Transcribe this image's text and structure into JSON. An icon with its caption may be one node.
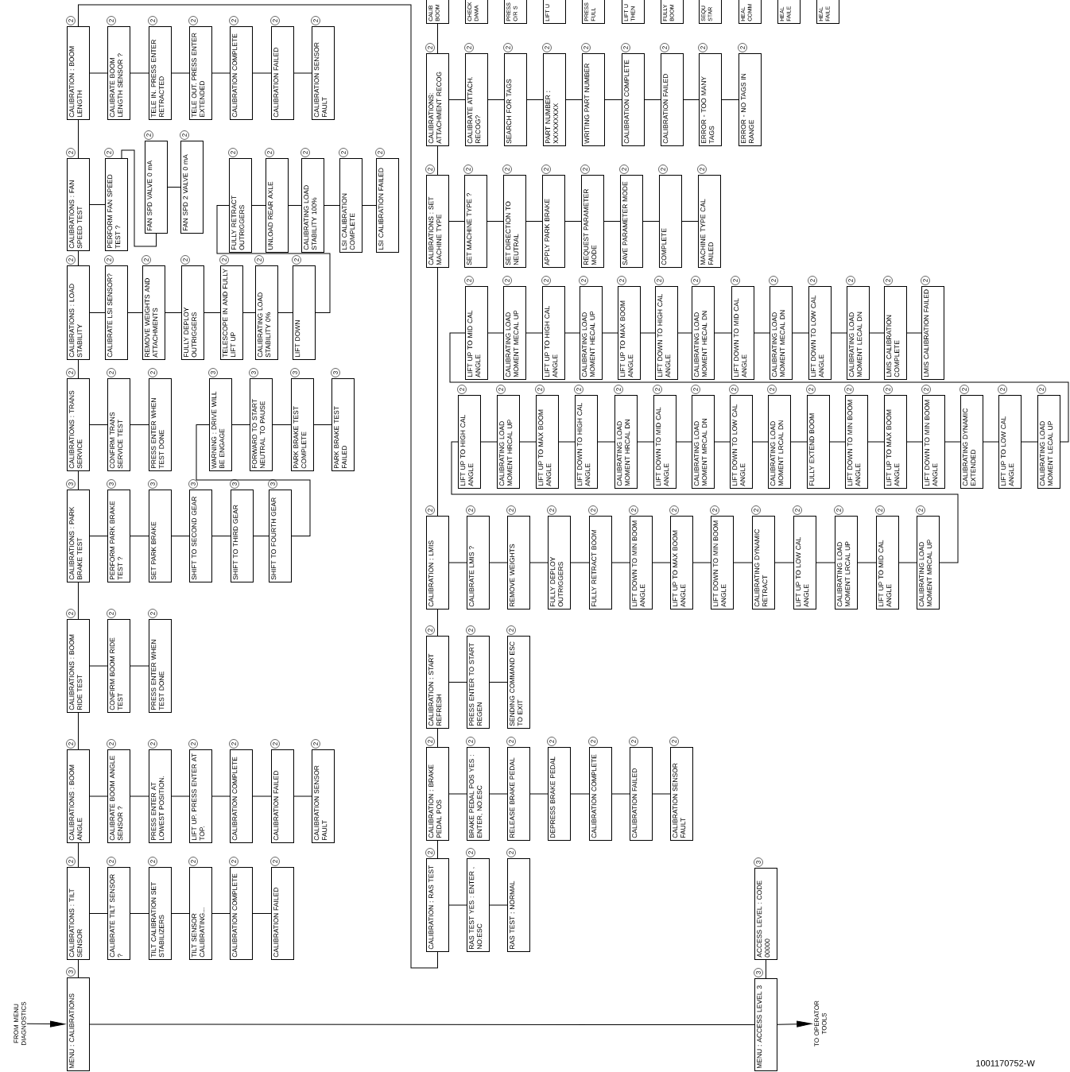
{
  "diagram": {
    "nodes": [
      {
        "text": [
          "FROM MENU DIAGNOSTICS"
        ]
      },
      {
        "text": [
          "MENU : CALIBRATIONS"
        ],
        "beside": [
          "3"
        ]
      },
      {
        "text": [
          "CALIBRATIONS : TILT SENSOR"
        ],
        "beside": [
          "2"
        ]
      },
      {
        "text": [
          "CALIBRATE TILT SENSOR ?"
        ],
        "beside": [
          "2"
        ]
      },
      {
        "text": [
          "TILT CALIBRATION SET STABILIZERS"
        ],
        "beside": [
          "2"
        ]
      },
      {
        "text": [
          "TILT SENSOR CALIBRATING..."
        ],
        "beside": [
          "2"
        ]
      },
      {
        "text": [
          "CALIBRATION COMPLETE"
        ],
        "beside": [
          "2"
        ]
      },
      {
        "text": [
          "CALIBRATION FAILED"
        ],
        "beside": [
          "2"
        ]
      },
      {
        "text": [
          "CALIBRATIONS : BOOM ANGLE"
        ],
        "beside": [
          "2"
        ]
      },
      {
        "text": [
          "CALIBRATE BOOM ANGLE SENSOR ?"
        ],
        "beside": [
          "2"
        ]
      },
      {
        "text": [
          "PRESS ENTER AT LOWEST POSITION."
        ],
        "beside": [
          "2"
        ]
      },
      {
        "text": [
          "LIFT UP. PRESS ENTER AT TOP."
        ],
        "beside": [
          "2"
        ]
      },
      {
        "text": [
          "CALIBRATION COMPLETE"
        ],
        "beside": [
          "2"
        ]
      },
      {
        "text": [
          "CALIBRATION FAILED"
        ],
        "beside": [
          "2"
        ]
      },
      {
        "text": [
          "CALIBRATION SENSOR FAULT"
        ],
        "beside": [
          "2"
        ]
      },
      {
        "text": [
          "CALIBRATIONS : BOOM RIDE TEST"
        ],
        "beside": [
          "2"
        ]
      },
      {
        "text": [
          "CONFIRM BOOM RIDE TEST"
        ],
        "beside": [
          "2"
        ]
      },
      {
        "text": [
          "PRESS ENTER WHEN TEST DONE"
        ],
        "beside": [
          "2"
        ]
      },
      {
        "text": [
          "CALIBRATIONS : PARK BRAKE TEST"
        ],
        "beside": [
          "3"
        ]
      },
      {
        "text": [
          "PERFORM PARK BRAKE TEST ?"
        ],
        "beside": [
          "3"
        ]
      },
      {
        "text": [
          "SET PARK BRAKE"
        ],
        "beside": [
          "3"
        ]
      },
      {
        "text": [
          "SHIFT TO SECOND GEAR"
        ],
        "beside": [
          "3"
        ]
      },
      {
        "text": [
          "SHIFT TO THIRD GEAR"
        ],
        "beside": [
          "3"
        ]
      },
      {
        "text": [
          "SHIFT TO FOURTH GEAR"
        ],
        "beside": [
          "3"
        ]
      },
      {
        "text": [
          "WARNING : DRIVE WILL BE ENGAGE"
        ],
        "beside": [
          "3"
        ]
      },
      {
        "text": [
          "FORWARD TO START NEUTRAL TO PAUSE"
        ],
        "beside": [
          "3"
        ]
      },
      {
        "text": [
          "PARK BRAKE TEST COMPLETE"
        ],
        "beside": [
          "3"
        ]
      },
      {
        "text": [
          "PARK BRAKE TEST FAILED"
        ],
        "beside": [
          "3"
        ]
      },
      {
        "text": [
          "CALIBRATIONS : TRANS SERVICE"
        ],
        "beside": [
          "2"
        ]
      },
      {
        "text": [
          "CONFIRM TRANS SERVICE TEST"
        ],
        "beside": [
          "2"
        ]
      },
      {
        "text": [
          "PRESS ENTER WHEN TEST DONE"
        ],
        "beside": [
          "2"
        ]
      },
      {
        "text": [
          "CALIBRATIONS : LOAD STABILITY"
        ],
        "beside": [
          "2"
        ]
      },
      {
        "text": [
          "CALIBRATE LSI SENSOR?"
        ],
        "beside": [
          "2"
        ]
      },
      {
        "text": [
          "REMOVE WEIGHTS AND ATTACHMENTS"
        ],
        "beside": [
          "2"
        ]
      },
      {
        "text": [
          "FULLY DEPLOY OUTRIGGERS"
        ],
        "beside": [
          "2"
        ]
      },
      {
        "text": [
          "TELESCOPE IN AND FULLY LIFT UP"
        ],
        "beside": [
          "2"
        ]
      },
      {
        "text": [
          "CALIBRATING LOAD STABILITY 0%"
        ],
        "beside": [
          "2"
        ]
      },
      {
        "text": [
          "LIFT DOWN"
        ],
        "beside": [
          "2"
        ]
      },
      {
        "text": [
          "FULLY RETRACT OUTRIGGERS"
        ],
        "beside": [
          "2"
        ]
      },
      {
        "text": [
          "UNLOAD REAR AXLE"
        ],
        "beside": [
          "2"
        ]
      },
      {
        "text": [
          "CALIBRATING LOAD STABILITY 100%"
        ],
        "beside": [
          "2"
        ]
      },
      {
        "text": [
          "LSI CALIBRATION COMPLETE"
        ],
        "beside": [
          "2"
        ]
      },
      {
        "text": [
          "LSI CALIBRATION FAILED"
        ],
        "beside": [
          "2"
        ]
      },
      {
        "text": [
          "CALIBRATIONS : FAN SPEED TEST"
        ],
        "beside": [
          "2"
        ]
      },
      {
        "text": [
          "PERFORM FAN SPEED TEST ?"
        ],
        "beside": [
          "2"
        ]
      },
      {
        "text": [
          "FAN SPD VALVE 0 mA"
        ],
        "beside": [
          "2"
        ]
      },
      {
        "text": [
          "FAN SPD 2 VALVE 0 mA"
        ],
        "beside": [
          "2"
        ]
      },
      {
        "text": [
          "CALIBRATION : BOOM LENGTH"
        ],
        "beside": [
          "2"
        ]
      },
      {
        "text": [
          "CALIBRATE BOOM LENGTH SENSOR ?"
        ],
        "beside": [
          "2"
        ]
      },
      {
        "text": [
          "TELE IN. PRESS ENTER RETRACTED"
        ],
        "beside": [
          "2"
        ]
      },
      {
        "text": [
          "TELE OUT. PRESS ENTER EXTENDED"
        ],
        "beside": [
          "2"
        ]
      },
      {
        "text": [
          "CALIBRATION COMPLETE"
        ],
        "beside": [
          "2"
        ]
      },
      {
        "text": [
          "CALIBRATION FAILED"
        ],
        "beside": [
          "2"
        ]
      },
      {
        "text": [
          "CALIBRATION SENSOR FAULT"
        ],
        "beside": [
          "2"
        ]
      },
      {
        "text": [
          "CALIBRATION : RAS TEST"
        ],
        "beside": [
          "2"
        ]
      },
      {
        "text": [
          "RAS TEST YES : ENTER , NO:ESC"
        ],
        "beside": [
          "2"
        ]
      },
      {
        "text": [
          "RAS TEST : NORMAL"
        ],
        "beside": [
          "2"
        ]
      },
      {
        "text": [
          "CALIBRATION : BRAKE PEDAL POS"
        ],
        "beside": [
          "2"
        ]
      },
      {
        "text": [
          "BRAKE PEDAL POS YES : ENTER, NO:ESC"
        ],
        "beside": [
          "2"
        ]
      },
      {
        "text": [
          "RELEASE BRAKE PEDAL"
        ],
        "beside": [
          "2"
        ]
      },
      {
        "text": [
          "DEPRESS BRAKE PEDAL"
        ],
        "beside": [
          "2"
        ]
      },
      {
        "text": [
          "CALIBRATION COMPLETE"
        ],
        "beside": [
          "2"
        ]
      },
      {
        "text": [
          "CALIBRATION FAILED"
        ],
        "beside": [
          "2"
        ]
      },
      {
        "text": [
          "CALIBRATION SENSOR FAULT"
        ],
        "beside": [
          "2"
        ]
      },
      {
        "text": [
          "CALIBRATION : START REFRESH"
        ],
        "beside": [
          "2"
        ]
      },
      {
        "text": [
          "PRESS ENTER TO START REGEN"
        ],
        "beside": [
          "2"
        ]
      },
      {
        "text": [
          "SENDING COMMAND ESC TO EXIT"
        ],
        "beside": [
          "2"
        ]
      },
      {
        "text": [
          "CALIBRATION : LMIS"
        ],
        "beside": [
          "2"
        ]
      },
      {
        "text": [
          "CALIBRATE LMIS ?"
        ],
        "beside": [
          "2"
        ]
      },
      {
        "text": [
          "REMOVE WEIGHTS"
        ],
        "beside": [
          "2"
        ]
      },
      {
        "text": [
          "FULLY DEPLOY OUTRIGGERS"
        ],
        "beside": [
          "2"
        ]
      },
      {
        "text": [
          "FULLY RETRACT BOOM"
        ],
        "beside": [
          "2"
        ]
      },
      {
        "text": [
          "LIFT DOWN TO MIN BOOM ANGLE"
        ],
        "beside": [
          "2"
        ]
      },
      {
        "text": [
          "LIFT UP TO MAX BOOM ANGLE"
        ],
        "beside": [
          "2"
        ]
      },
      {
        "text": [
          "LIFT DOWN TO MIN BOOM ANGLE"
        ],
        "beside": [
          "2"
        ]
      },
      {
        "text": [
          "CALIBRATING DYNAMIC RETRACT"
        ],
        "beside": [
          "2"
        ]
      },
      {
        "text": [
          "LIFT UP TO LOW CAL ANGLE"
        ],
        "beside": [
          "2"
        ]
      },
      {
        "text": [
          "CALIBRATING LOAD MOMENT LRCAL UP"
        ],
        "beside": [
          "2"
        ]
      },
      {
        "text": [
          "LIFT UP TO MID CAL ANGLE"
        ],
        "beside": [
          "2"
        ]
      },
      {
        "text": [
          "CALIBRATING LOAD MOMENT MRCAL UP"
        ],
        "beside": [
          "2"
        ]
      },
      {
        "text": [
          "LIFT UP TO HIGH CAL ANGLE"
        ],
        "beside": [
          "2"
        ]
      },
      {
        "text": [
          "CALIBRATING LOAD MOMENT HRCAL UP"
        ],
        "beside": [
          "2"
        ]
      },
      {
        "text": [
          "LIFT UP TO MAX BOOM ANGLE"
        ],
        "beside": [
          "2"
        ]
      },
      {
        "text": [
          "LIFT DOWN TO HIGH CAL ANGLE"
        ],
        "beside": [
          "2"
        ]
      },
      {
        "text": [
          "CALIBRATING LOAD MOMENT HRCAL DN"
        ],
        "beside": [
          "2"
        ]
      },
      {
        "text": [
          "LIFT DOWN TO MID CAL ANGLE"
        ],
        "beside": [
          "2"
        ]
      },
      {
        "text": [
          "CALIBRATING LOAD MOMENT MRCAL DN"
        ],
        "beside": [
          "2"
        ]
      },
      {
        "text": [
          "LIFT DOWN TO LOW CAL ANGLE"
        ],
        "beside": [
          "2"
        ]
      },
      {
        "text": [
          "CALIBRATING LOAD MOMENT LRCAL DN"
        ],
        "beside": [
          "2"
        ]
      },
      {
        "text": [
          "FULLY EXTEND BOOM"
        ],
        "beside": [
          "2"
        ]
      },
      {
        "text": [
          "LIFT DOWN TO MIN BOOM ANGLE"
        ],
        "beside": [
          "2"
        ]
      },
      {
        "text": [
          "LIFT UP TO MAX BOOM ANGLE"
        ],
        "beside": [
          "2"
        ]
      },
      {
        "text": [
          "LIFT DOWN TO MIN BOOM ANGLE"
        ],
        "beside": [
          "2"
        ]
      },
      {
        "text": [
          "CALIBRATING DYNAMIC EXTENDED"
        ],
        "beside": [
          "2"
        ]
      },
      {
        "text": [
          "LIFT UP TO LOW CAL ANGLE"
        ],
        "beside": [
          "2"
        ]
      },
      {
        "text": [
          "CALIBRATING LOAD MOMENT LECAL UP"
        ],
        "beside": [
          "2"
        ]
      },
      {
        "text": [
          "LIFT UP TO MID CAL ANGLE"
        ],
        "beside": [
          "2"
        ]
      },
      {
        "text": [
          "CALIBRATING LOAD MOMENT MECAL UP"
        ],
        "beside": [
          "2"
        ]
      },
      {
        "text": [
          "LIFT UP TO HIGH CAL ANGLE"
        ],
        "beside": [
          "2"
        ]
      },
      {
        "text": [
          "CALIBRATING LOAD MOMENT HECAL UP"
        ],
        "beside": [
          "2"
        ]
      },
      {
        "text": [
          "LIFT UP TO MAX BOOM ANGLE"
        ],
        "beside": [
          "2"
        ]
      },
      {
        "text": [
          "LIFT DOWN TO HIGH CAL ANGLE"
        ],
        "beside": [
          "2"
        ]
      },
      {
        "text": [
          "CALIBRATING LOAD MOMENT HECAL DN"
        ],
        "beside": [
          "2"
        ]
      },
      {
        "text": [
          "LIFT DOWN TO MID CAL ANGLE"
        ],
        "beside": [
          "2"
        ]
      },
      {
        "text": [
          "CALIBRATING LOAD MOMENT MECAL DN"
        ],
        "beside": [
          "2"
        ]
      },
      {
        "text": [
          "LIFT DOWN TO LOW CAL ANGLE"
        ],
        "beside": [
          "2"
        ]
      },
      {
        "text": [
          "CALIBRATING LOAD MOMENT LECAL DN"
        ],
        "beside": [
          "2"
        ]
      },
      {
        "text": [
          "LMIS CALIBRATION COMPLETE"
        ],
        "beside": [
          "2"
        ]
      },
      {
        "text": [
          "LMIS CALIBRATION FAILED"
        ],
        "beside": [
          "2"
        ]
      },
      {
        "text": [
          "CALIBRATIONS : SET MACHINE TYPE"
        ],
        "beside": [
          "2"
        ]
      },
      {
        "text": [
          "SET MACHINE TYPE ?"
        ],
        "beside": [
          "2"
        ]
      },
      {
        "text": [
          "SET DIRECTION TO NEUTRAL"
        ],
        "beside": [
          "2"
        ]
      },
      {
        "text": [
          "APPLY PARK BRAKE"
        ],
        "beside": [
          "2"
        ]
      },
      {
        "text": [
          "REQUEST PARAMETER MODE"
        ],
        "beside": [
          "2"
        ]
      },
      {
        "text": [
          "SAVE PARAMETER MODE"
        ],
        "beside": [
          "2"
        ]
      },
      {
        "text": [
          "COMPLETE"
        ],
        "beside": [
          "2"
        ]
      },
      {
        "text": [
          "MACHINE TYPE CAL FAILED"
        ],
        "beside": [
          "2"
        ]
      },
      {
        "text": [
          "CALIBRATIONS: ATTACHMENT RECOG"
        ],
        "beside": [
          "2"
        ]
      },
      {
        "text": [
          "CALIBRATE ATTACH. RECOG?"
        ],
        "beside": [
          "2"
        ]
      },
      {
        "text": [
          "SEARCH FOR TAGS"
        ],
        "beside": [
          "2"
        ]
      },
      {
        "text": [
          "PART NUMBER : XXXXXXXXX"
        ],
        "beside": [
          "2"
        ]
      },
      {
        "text": [
          "WRITING PART NUMBER"
        ],
        "beside": [
          "2"
        ]
      },
      {
        "text": [
          "CALIBRATION COMPLETE"
        ],
        "beside": [
          "2"
        ]
      },
      {
        "text": [
          "CALIBRATION FAILED"
        ],
        "beside": [
          "2"
        ]
      },
      {
        "text": [
          "ERROR - TOO MANY TAGS"
        ],
        "beside": [
          "2"
        ]
      },
      {
        "text": [
          "ERROR - NO TAGS IN RANGE"
        ],
        "beside": [
          "2"
        ]
      },
      {
        "text": [
          "CALIB BOOM"
        ]
      },
      {
        "text": [
          "CHECK DAMA"
        ]
      },
      {
        "text": [
          "PRESS O/R S"
        ]
      },
      {
        "text": [
          "LIFT U"
        ]
      },
      {
        "text": [
          "PRESS FULL"
        ]
      },
      {
        "text": [
          "LIFT U THEN"
        ]
      },
      {
        "text": [
          "FULLY BOOM"
        ]
      },
      {
        "text": [
          "SEQU STAR"
        ]
      },
      {
        "text": [
          "HEAL COMM"
        ]
      },
      {
        "text": [
          "HEAL FAILE"
        ]
      },
      {
        "text": [
          "HEAL FAILE"
        ]
      },
      {
        "text": [
          "MENU : ACCESS LEVEL 3"
        ],
        "beside": [
          "3"
        ]
      },
      {
        "text": [
          "ACCESS LEVEL : CODE 00000"
        ],
        "beside": [
          "3"
        ]
      },
      {
        "text": [
          "TO OPERATOR TOOLS"
        ]
      }
    ],
    "edges": [
      {
        "from": 0,
        "to": 1,
        "arrow": "to"
      },
      {
        "from": 1,
        "to": 137,
        "arrow": "none"
      },
      {
        "from": 137,
        "to": 139,
        "arrow": "to"
      },
      {
        "from": 137,
        "to": 138,
        "arrow": "none"
      },
      {
        "from": 1,
        "to": 2,
        "arrow": "none"
      },
      {
        "from": 2,
        "to": 8,
        "arrow": "none"
      },
      {
        "from": 8,
        "to": 15,
        "arrow": "none"
      },
      {
        "from": 15,
        "to": 18,
        "arrow": "none"
      },
      {
        "from": 18,
        "to": 28,
        "arrow": "none"
      },
      {
        "from": 28,
        "to": 31,
        "arrow": "none"
      },
      {
        "from": 31,
        "to": 43,
        "arrow": "none"
      },
      {
        "from": 43,
        "to": 47,
        "arrow": "none"
      },
      {
        "from": 47,
        "to": 54,
        "arrow": "none"
      },
      {
        "from": 54,
        "to": 57,
        "arrow": "none"
      },
      {
        "from": 57,
        "to": 64,
        "arrow": "none"
      },
      {
        "from": 64,
        "to": 67,
        "arrow": "none"
      },
      {
        "from": 67,
        "to": 109,
        "arrow": "none"
      },
      {
        "from": 109,
        "to": 117,
        "arrow": "none"
      },
      {
        "from": 117,
        "to": 126,
        "arrow": "none"
      },
      {
        "from": 2,
        "to": 3,
        "arrow": "none"
      },
      {
        "from": 3,
        "to": 4,
        "arrow": "none"
      },
      {
        "from": 4,
        "to": 5,
        "arrow": "none"
      },
      {
        "from": 5,
        "to": 6,
        "arrow": "none"
      },
      {
        "from": 6,
        "to": 7,
        "arrow": "none"
      },
      {
        "from": 8,
        "to": 9,
        "arrow": "none"
      },
      {
        "from": 9,
        "to": 10,
        "arrow": "none"
      },
      {
        "from": 10,
        "to": 11,
        "arrow": "none"
      },
      {
        "from": 11,
        "to": 12,
        "arrow": "none"
      },
      {
        "from": 12,
        "to": 13,
        "arrow": "none"
      },
      {
        "from": 13,
        "to": 14,
        "arrow": "none"
      },
      {
        "from": 15,
        "to": 16,
        "arrow": "none"
      },
      {
        "from": 16,
        "to": 17,
        "arrow": "none"
      },
      {
        "from": 18,
        "to": 19,
        "arrow": "none"
      },
      {
        "from": 19,
        "to": 20,
        "arrow": "none"
      },
      {
        "from": 20,
        "to": 21,
        "arrow": "none"
      },
      {
        "from": 21,
        "to": 22,
        "arrow": "none"
      },
      {
        "from": 22,
        "to": 23,
        "arrow": "none"
      },
      {
        "from": 23,
        "to": 24,
        "arrow": "none"
      },
      {
        "from": 24,
        "to": 25,
        "arrow": "none"
      },
      {
        "from": 25,
        "to": 26,
        "arrow": "none"
      },
      {
        "from": 26,
        "to": 27,
        "arrow": "none"
      },
      {
        "from": 28,
        "to": 29,
        "arrow": "none"
      },
      {
        "from": 29,
        "to": 30,
        "arrow": "none"
      },
      {
        "from": 31,
        "to": 32,
        "arrow": "none"
      },
      {
        "from": 32,
        "to": 33,
        "arrow": "none"
      },
      {
        "from": 33,
        "to": 34,
        "arrow": "none"
      },
      {
        "from": 34,
        "to": 35,
        "arrow": "none"
      },
      {
        "from": 35,
        "to": 36,
        "arrow": "none"
      },
      {
        "from": 36,
        "to": 37,
        "arrow": "none"
      },
      {
        "from": 37,
        "to": 38,
        "arrow": "none"
      },
      {
        "from": 38,
        "to": 39,
        "arrow": "none"
      },
      {
        "from": 39,
        "to": 40,
        "arrow": "none"
      },
      {
        "from": 40,
        "to": 41,
        "arrow": "none"
      },
      {
        "from": 41,
        "to": 42,
        "arrow": "none"
      },
      {
        "from": 43,
        "to": 44,
        "arrow": "none"
      },
      {
        "from": 44,
        "to": 45,
        "arrow": "none"
      },
      {
        "from": 45,
        "to": 46,
        "arrow": "none"
      },
      {
        "from": 47,
        "to": 48,
        "arrow": "none"
      },
      {
        "from": 48,
        "to": 49,
        "arrow": "none"
      },
      {
        "from": 49,
        "to": 50,
        "arrow": "none"
      },
      {
        "from": 50,
        "to": 51,
        "arrow": "none"
      },
      {
        "from": 51,
        "to": 52,
        "arrow": "none"
      },
      {
        "from": 52,
        "to": 53,
        "arrow": "none"
      },
      {
        "from": 54,
        "to": 55,
        "arrow": "none"
      },
      {
        "from": 55,
        "to": 56,
        "arrow": "none"
      },
      {
        "from": 57,
        "to": 58,
        "arrow": "none"
      },
      {
        "from": 58,
        "to": 59,
        "arrow": "none"
      },
      {
        "from": 59,
        "to": 60,
        "arrow": "none"
      },
      {
        "from": 60,
        "to": 61,
        "arrow": "none"
      },
      {
        "from": 61,
        "to": 62,
        "arrow": "none"
      },
      {
        "from": 62,
        "to": 63,
        "arrow": "none"
      },
      {
        "from": 64,
        "to": 65,
        "arrow": "none"
      },
      {
        "from": 65,
        "to": 66,
        "arrow": "none"
      },
      {
        "from": 67,
        "to": 68,
        "arrow": "none"
      },
      {
        "from": 68,
        "to": 69,
        "arrow": "none"
      },
      {
        "from": 69,
        "to": 70,
        "arrow": "none"
      },
      {
        "from": 70,
        "to": 71,
        "arrow": "none"
      },
      {
        "from": 71,
        "to": 72,
        "arrow": "none"
      },
      {
        "from": 72,
        "to": 73,
        "arrow": "none"
      },
      {
        "from": 73,
        "to": 74,
        "arrow": "none"
      },
      {
        "from": 74,
        "to": 75,
        "arrow": "none"
      },
      {
        "from": 75,
        "to": 76,
        "arrow": "none"
      },
      {
        "from": 76,
        "to": 77,
        "arrow": "none"
      },
      {
        "from": 77,
        "to": 78,
        "arrow": "none"
      },
      {
        "from": 78,
        "to": 79,
        "arrow": "none"
      },
      {
        "from": 79,
        "to": 80,
        "arrow": "none"
      },
      {
        "from": 80,
        "to": 81,
        "arrow": "none"
      },
      {
        "from": 81,
        "to": 82,
        "arrow": "none"
      },
      {
        "from": 82,
        "to": 83,
        "arrow": "none"
      },
      {
        "from": 83,
        "to": 84,
        "arrow": "none"
      },
      {
        "from": 84,
        "to": 85,
        "arrow": "none"
      },
      {
        "from": 85,
        "to": 86,
        "arrow": "none"
      },
      {
        "from": 86,
        "to": 87,
        "arrow": "none"
      },
      {
        "from": 87,
        "to": 88,
        "arrow": "none"
      },
      {
        "from": 88,
        "to": 89,
        "arrow": "none"
      },
      {
        "from": 89,
        "to": 90,
        "arrow": "none"
      },
      {
        "from": 90,
        "to": 91,
        "arrow": "none"
      },
      {
        "from": 91,
        "to": 92,
        "arrow": "none"
      },
      {
        "from": 92,
        "to": 93,
        "arrow": "none"
      },
      {
        "from": 93,
        "to": 94,
        "arrow": "none"
      },
      {
        "from": 94,
        "to": 95,
        "arrow": "none"
      },
      {
        "from": 95,
        "to": 96,
        "arrow": "none"
      },
      {
        "from": 96,
        "to": 97,
        "arrow": "none"
      },
      {
        "from": 97,
        "to": 98,
        "arrow": "none"
      },
      {
        "from": 98,
        "to": 99,
        "arrow": "none"
      },
      {
        "from": 99,
        "to": 100,
        "arrow": "none"
      },
      {
        "from": 100,
        "to": 101,
        "arrow": "none"
      },
      {
        "from": 101,
        "to": 102,
        "arrow": "none"
      },
      {
        "from": 102,
        "to": 103,
        "arrow": "none"
      },
      {
        "from": 103,
        "to": 104,
        "arrow": "none"
      },
      {
        "from": 104,
        "to": 105,
        "arrow": "none"
      },
      {
        "from": 105,
        "to": 106,
        "arrow": "none"
      },
      {
        "from": 106,
        "to": 107,
        "arrow": "none"
      },
      {
        "from": 107,
        "to": 108,
        "arrow": "none"
      },
      {
        "from": 109,
        "to": 110,
        "arrow": "none"
      },
      {
        "from": 110,
        "to": 111,
        "arrow": "none"
      },
      {
        "from": 111,
        "to": 112,
        "arrow": "none"
      },
      {
        "from": 112,
        "to": 113,
        "arrow": "none"
      },
      {
        "from": 113,
        "to": 114,
        "arrow": "none"
      },
      {
        "from": 114,
        "to": 115,
        "arrow": "none"
      },
      {
        "from": 115,
        "to": 116,
        "arrow": "none"
      },
      {
        "from": 117,
        "to": 118,
        "arrow": "none"
      },
      {
        "from": 118,
        "to": 119,
        "arrow": "none"
      },
      {
        "from": 119,
        "to": 120,
        "arrow": "none"
      },
      {
        "from": 120,
        "to": 121,
        "arrow": "none"
      },
      {
        "from": 121,
        "to": 122,
        "arrow": "none"
      },
      {
        "from": 122,
        "to": 123,
        "arrow": "none"
      },
      {
        "from": 123,
        "to": 124,
        "arrow": "none"
      },
      {
        "from": 124,
        "to": 125,
        "arrow": "none"
      }
    ],
    "labels": [
      "1001170752-W"
    ]
  }
}
